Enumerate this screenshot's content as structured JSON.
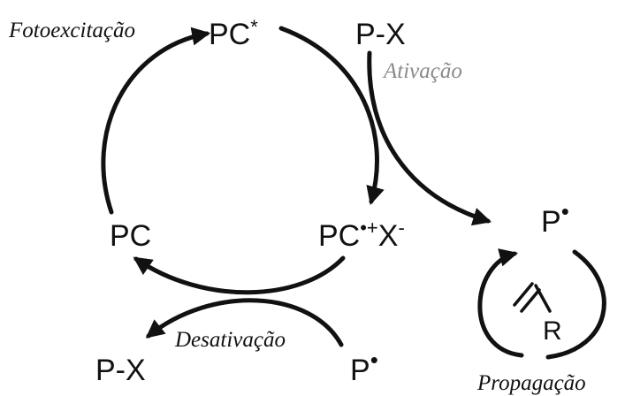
{
  "diagram": {
    "species": {
      "pc_excited_base": "PC",
      "pc_excited_sup": "*",
      "px_top": "P-X",
      "pc_left": "PC",
      "pc_radical_base": "PC",
      "pc_radical_sup": "•+",
      "pc_radical_counter": "X",
      "pc_radical_counter_sup": "-",
      "p_radical_right_base": "P",
      "p_radical_right_sup": "•",
      "px_bottom": "P-X",
      "p_radical_bottom_base": "P",
      "p_radical_bottom_sup": "•",
      "monomer_substituent": "R"
    },
    "steps": {
      "photoexcitation": "Fotoexcitação",
      "activation": "Ativação",
      "deactivation": "Desativação",
      "propagation": "Propagação"
    },
    "colors": {
      "ink": "#111111",
      "muted_label": "#8a8a8a"
    }
  }
}
